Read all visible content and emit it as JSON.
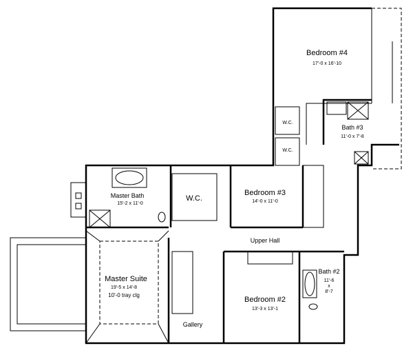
{
  "rooms": {
    "bedroom4": {
      "name": "Bedroom #4",
      "dims": "17'-0 x 16'-10"
    },
    "wc_upper": {
      "name": "W.C."
    },
    "wc_lower": {
      "name": "W.C."
    },
    "bath3": {
      "name": "Bath #3",
      "dims": "11'-0 x 7'-8"
    },
    "master_bath": {
      "name": "Master Bath",
      "dims": "15'-2 x 11'-0"
    },
    "wc_master": {
      "name": "W.C."
    },
    "bedroom3": {
      "name": "Bedroom #3",
      "dims": "14'-0 x 11'-0"
    },
    "upper_hall": {
      "name": "Upper Hall"
    },
    "master_suite": {
      "name": "Master Suite",
      "dims": "19'-5 x 14'-8",
      "note": "10'-0 tray clg"
    },
    "gallery": {
      "name": "Gallery"
    },
    "bedroom2": {
      "name": "Bedroom #2",
      "dims": "13'-3 x 13'-1"
    },
    "bath2": {
      "name": "Bath #2",
      "dims_line1": "11'-6",
      "dims_x": "x",
      "dims_line2": "8'-7"
    }
  }
}
